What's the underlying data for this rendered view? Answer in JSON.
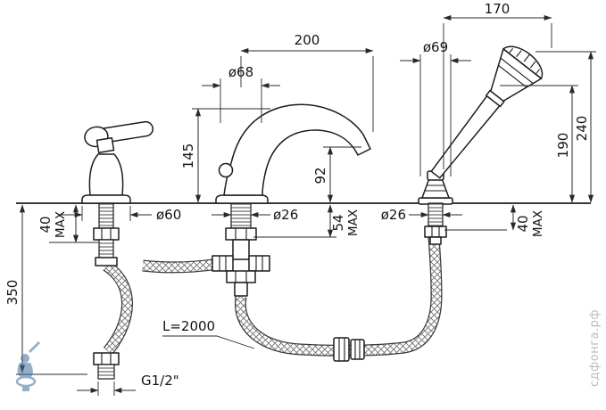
{
  "dims": {
    "w170": "170",
    "w200": "200",
    "d68": "ø68",
    "d69": "ø69",
    "h145": "145",
    "h92": "92",
    "h190": "190",
    "h240": "240",
    "d60": "ø60",
    "d26": "ø26",
    "v54": "54",
    "v40": "40",
    "max": "MAX",
    "h350": "350",
    "hose_length": "L=2000",
    "thread": "G1/2\""
  },
  "watermark": "сдфонга.рф",
  "colors": {
    "line": "#1c1c1c",
    "watermark": "#ababab",
    "logo": "#3e6f9e"
  }
}
